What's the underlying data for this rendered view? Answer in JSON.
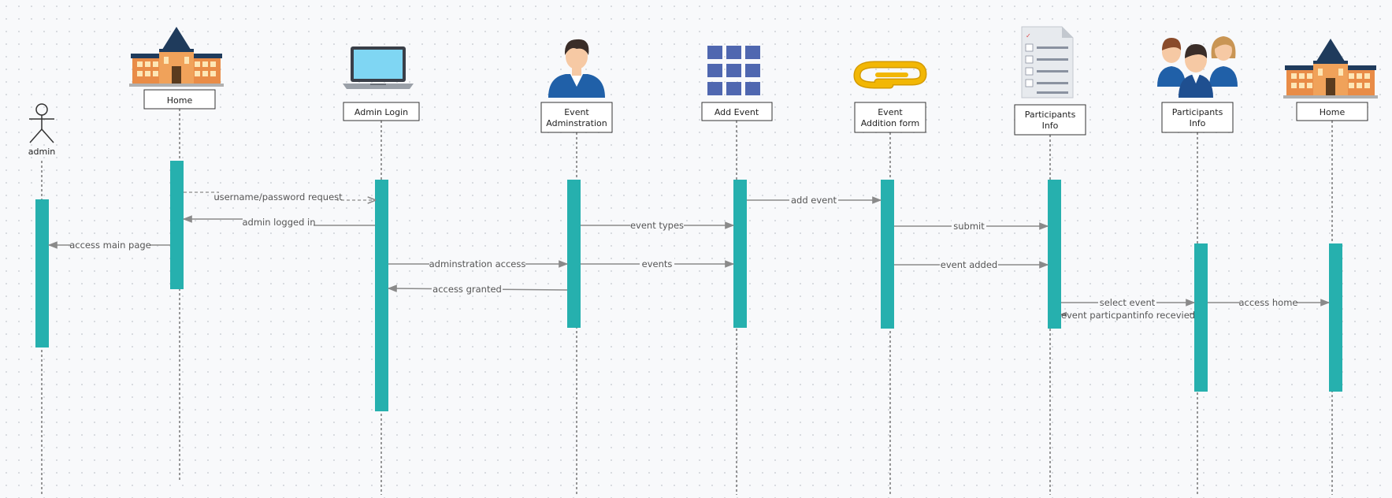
{
  "colors": {
    "activation": "#26b0ae",
    "lifeline": "#333333",
    "arrow": "#8a8a8a",
    "box_border": "#333333",
    "box_fill": "#ffffff",
    "school_wall": "#e98c47",
    "school_roof": "#1f3b5c",
    "laptop_screen": "#7fd6f3",
    "grid_tile": "#4f67b0",
    "clip": "#f2b705",
    "person_shirt": "#2060a8"
  },
  "participants": [
    {
      "id": "admin",
      "label": "admin",
      "icon": "actor-icon"
    },
    {
      "id": "home",
      "label": "Home",
      "icon": "school-icon"
    },
    {
      "id": "admin-login",
      "label": "Admin Login",
      "icon": "laptop-icon"
    },
    {
      "id": "event-admin",
      "label": "Event\nAdminstration",
      "icon": "person-icon"
    },
    {
      "id": "add-event",
      "label": "Add Event",
      "icon": "grid-icon"
    },
    {
      "id": "event-form",
      "label": "Event\nAddition form",
      "icon": "paperclip-icon"
    },
    {
      "id": "participants-info-1",
      "label": "Participants\nInfo",
      "icon": "checklist-icon"
    },
    {
      "id": "participants-info-2",
      "label": "Participants\nInfo",
      "icon": "group-icon"
    },
    {
      "id": "home-2",
      "label": "Home",
      "icon": "school-icon"
    }
  ],
  "messages": [
    {
      "from": "home",
      "to": "admin-login",
      "label": "username/password request",
      "style": "dashed"
    },
    {
      "from": "admin-login",
      "to": "home",
      "label": "admin logged in",
      "style": "solid"
    },
    {
      "from": "home",
      "to": "admin",
      "label": "access main page",
      "style": "solid"
    },
    {
      "from": "admin-login",
      "to": "event-admin",
      "label": "adminstration access",
      "style": "solid"
    },
    {
      "from": "event-admin",
      "to": "admin-login",
      "label": "access granted",
      "style": "solid"
    },
    {
      "from": "event-admin",
      "to": "add-event",
      "label": "event types",
      "style": "solid"
    },
    {
      "from": "event-admin",
      "to": "add-event",
      "label": "events",
      "style": "solid"
    },
    {
      "from": "add-event",
      "to": "event-form",
      "label": "add event",
      "style": "solid"
    },
    {
      "from": "event-form",
      "to": "participants-info-1",
      "label": "submit",
      "style": "solid"
    },
    {
      "from": "event-form",
      "to": "participants-info-1",
      "label": "event added",
      "style": "solid"
    },
    {
      "from": "participants-info-1",
      "to": "participants-info-2",
      "label": "select event",
      "style": "solid"
    },
    {
      "from": "participants-info-2",
      "to": "participants-info-1",
      "label": "event particpantinfo recevied",
      "style": "solid"
    },
    {
      "from": "participants-info-2",
      "to": "home-2",
      "label": "access home",
      "style": "solid"
    }
  ]
}
